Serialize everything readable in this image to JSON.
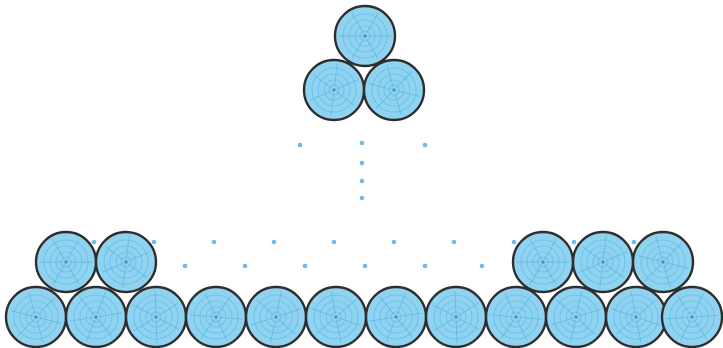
{
  "diagram": {
    "log_color": "#8fd3f0",
    "ring_color": "#6cc2ea",
    "outline_color": "#2e2e2e",
    "dot_color": "#6bbde6",
    "groups": [
      {
        "name": "top-triangle-stack",
        "count": 3
      },
      {
        "name": "left-stack",
        "count": 8
      },
      {
        "name": "right-stack",
        "count": 9
      }
    ]
  }
}
